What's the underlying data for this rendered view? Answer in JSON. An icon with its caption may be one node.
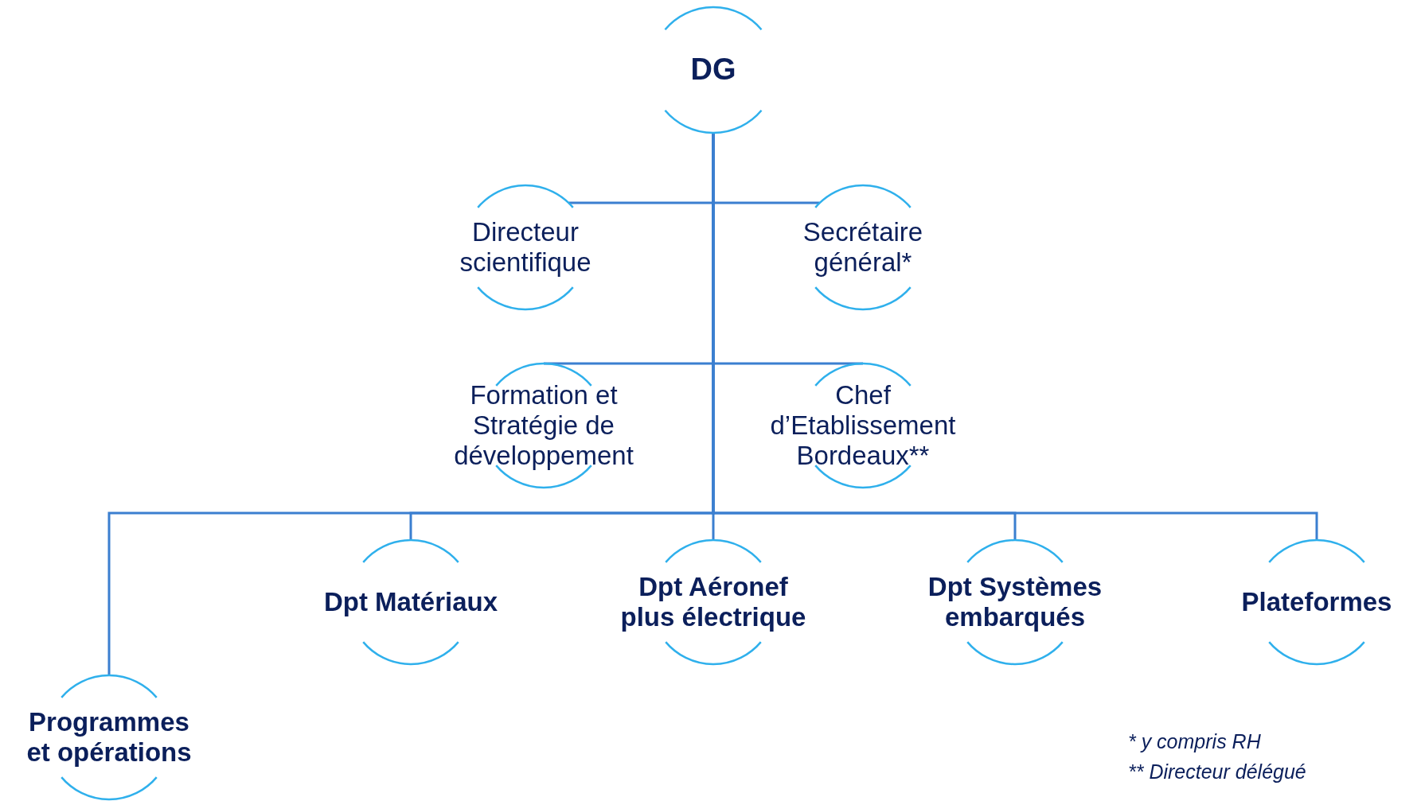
{
  "diagram": {
    "nodes": [
      {
        "text": [
          "DG"
        ]
      },
      {
        "text": [
          "Directeur scientifique"
        ]
      },
      {
        "text": [
          "Secrétaire général*"
        ]
      },
      {
        "text": [
          "Formation et Stratégie de développement"
        ]
      },
      {
        "text": [
          "Chef d’Etablissement Bordeaux**"
        ]
      },
      {
        "text": [
          "Dpt Matériaux"
        ]
      },
      {
        "text": [
          "Dpt Aéronef plus électrique"
        ]
      },
      {
        "text": [
          "Dpt Systèmes embarqués"
        ]
      },
      {
        "text": [
          "Plateformes"
        ]
      },
      {
        "text": [
          "Programmes et opérations"
        ]
      }
    ],
    "edges": [
      {
        "from": 0,
        "to": 1,
        "arrow": "none"
      },
      {
        "from": 0,
        "to": 2,
        "arrow": "none"
      },
      {
        "from": 0,
        "to": 3,
        "arrow": "none"
      },
      {
        "from": 0,
        "to": 4,
        "arrow": "none"
      },
      {
        "from": 0,
        "to": 9,
        "arrow": "none"
      },
      {
        "from": 0,
        "to": 5,
        "arrow": "none"
      },
      {
        "from": 0,
        "to": 6,
        "arrow": "none"
      },
      {
        "from": 0,
        "to": 7,
        "arrow": "none"
      },
      {
        "from": 0,
        "to": 8,
        "arrow": "none"
      }
    ],
    "labels": [
      "* y compris RH",
      "** Directeur délégué"
    ]
  }
}
